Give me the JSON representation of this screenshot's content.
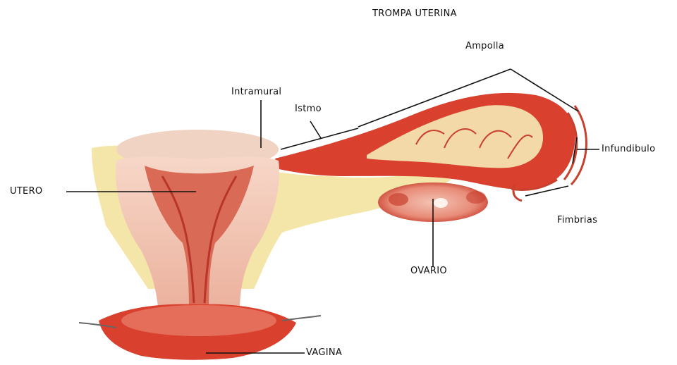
{
  "title": "TROMPA UTERINA",
  "labels": {
    "ampolla": "Ampolla",
    "intramural": "Intramural",
    "istmo": "Istmo",
    "infundibulo": "Infundibulo",
    "utero": "UTERO",
    "fimbrias": "Fimbrias",
    "ovario": "OVARIO",
    "vagina": "VAGINA"
  },
  "colors": {
    "tissue_red": "#d9402e",
    "tissue_pink": "#efb0a0",
    "tissue_light": "#f6d8c8",
    "ligament_yellow": "#f3e2a0",
    "leader_line": "#111111"
  }
}
